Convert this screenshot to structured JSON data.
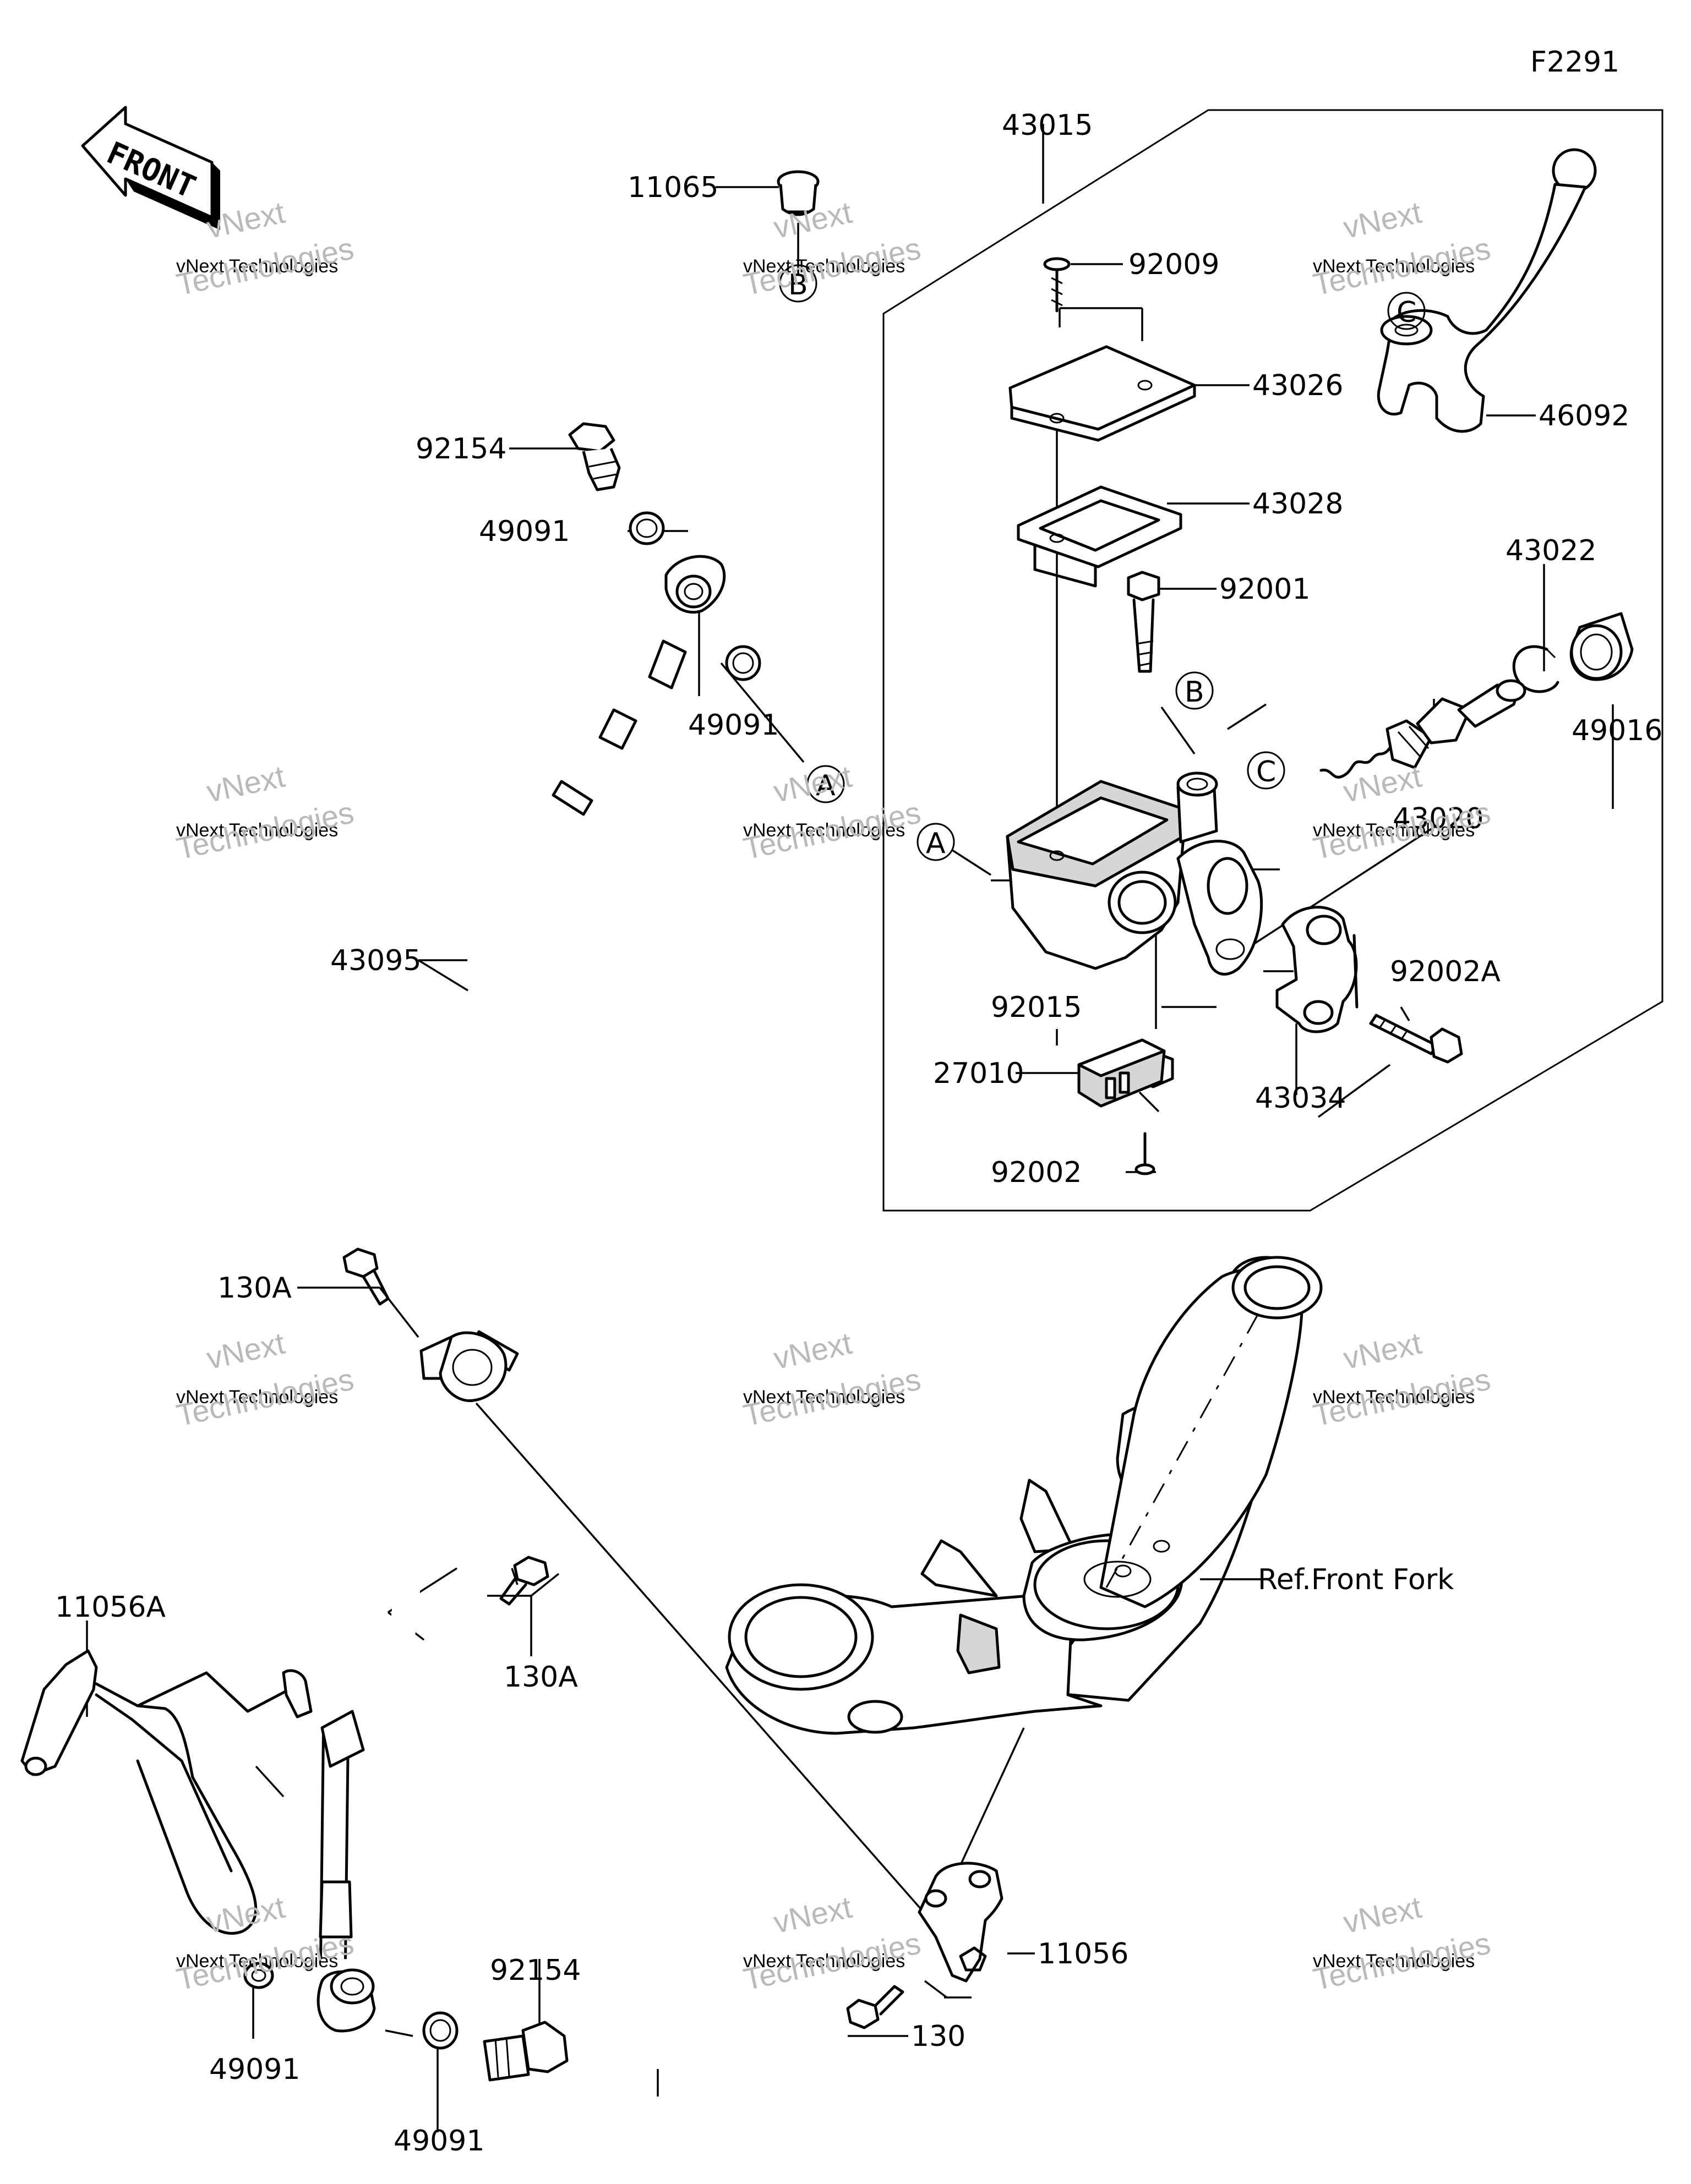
{
  "diagram_code": "F2291",
  "front_arrow_text": "FRONT",
  "reference_label": "Ref.Front Fork",
  "watermark": {
    "brand": "vNext",
    "line1": "vNext Technologies",
    "line2": "Technologies"
  },
  "part_labels": {
    "p11065": "11065",
    "p43015": "43015",
    "p92009": "92009",
    "p43026": "43026",
    "p46092": "46092",
    "p43028": "43028",
    "p92154_top": "92154",
    "p49091_top": "49091",
    "p92001": "92001",
    "p43022": "43022",
    "p49091_mid": "49091",
    "p49016": "49016",
    "p43020": "43020",
    "p43095": "43095",
    "p92015": "92015",
    "p92002A": "92002A",
    "p27010": "27010",
    "p43034": "43034",
    "p92002": "92002",
    "p130A_top": "130A",
    "p130A_bot": "130A",
    "p11056A": "11056A",
    "p11056": "11056",
    "p92154_bot": "92154",
    "p49091_bl": "49091",
    "p130": "130",
    "p49091_bot": "49091"
  },
  "ref_markers": {
    "b_top": "B",
    "c_lever": "C",
    "b_body": "B",
    "c_body": "C",
    "a_hose": "A",
    "a_body": "A"
  }
}
